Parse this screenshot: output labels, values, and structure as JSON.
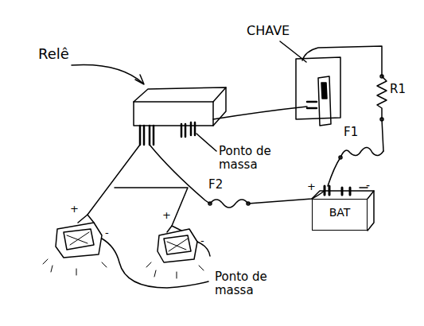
{
  "diagram": {
    "nodes": [
      {
        "text": [
          "BAT"
        ]
      }
    ],
    "labels": [
      "Relê",
      "CHAVE",
      "Ponto de massa",
      "F2",
      "F1",
      "R1",
      "+",
      "-",
      "+",
      "+",
      "-",
      "-",
      "Ponto de massa"
    ]
  }
}
